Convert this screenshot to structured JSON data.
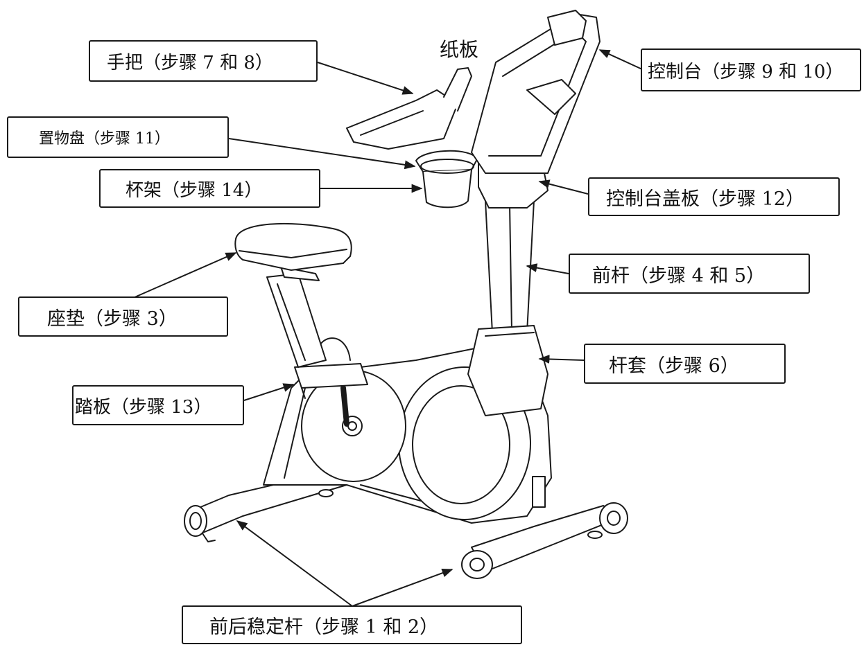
{
  "labels": {
    "handlebar": "手把（步骤 7 和 8）",
    "paper_plate": "纸板",
    "console": "控制台（步骤 9 和 10）",
    "tray": "置物盘（步骤 11）",
    "cup_holder": "杯架（步骤 14）",
    "console_cover": "控制台盖板（步骤 12）",
    "front_post": "前杆（步骤 4 和 5）",
    "seat": "座垫（步骤 3）",
    "post_cover": "杆套（步骤 6）",
    "pedal": "踏板（步骤 13）",
    "stabilizers": "前后稳定杆（步骤 1 和 2）"
  },
  "colors": {
    "line": "#1a1a1a",
    "fill": "#ffffff",
    "text": "#111111"
  }
}
